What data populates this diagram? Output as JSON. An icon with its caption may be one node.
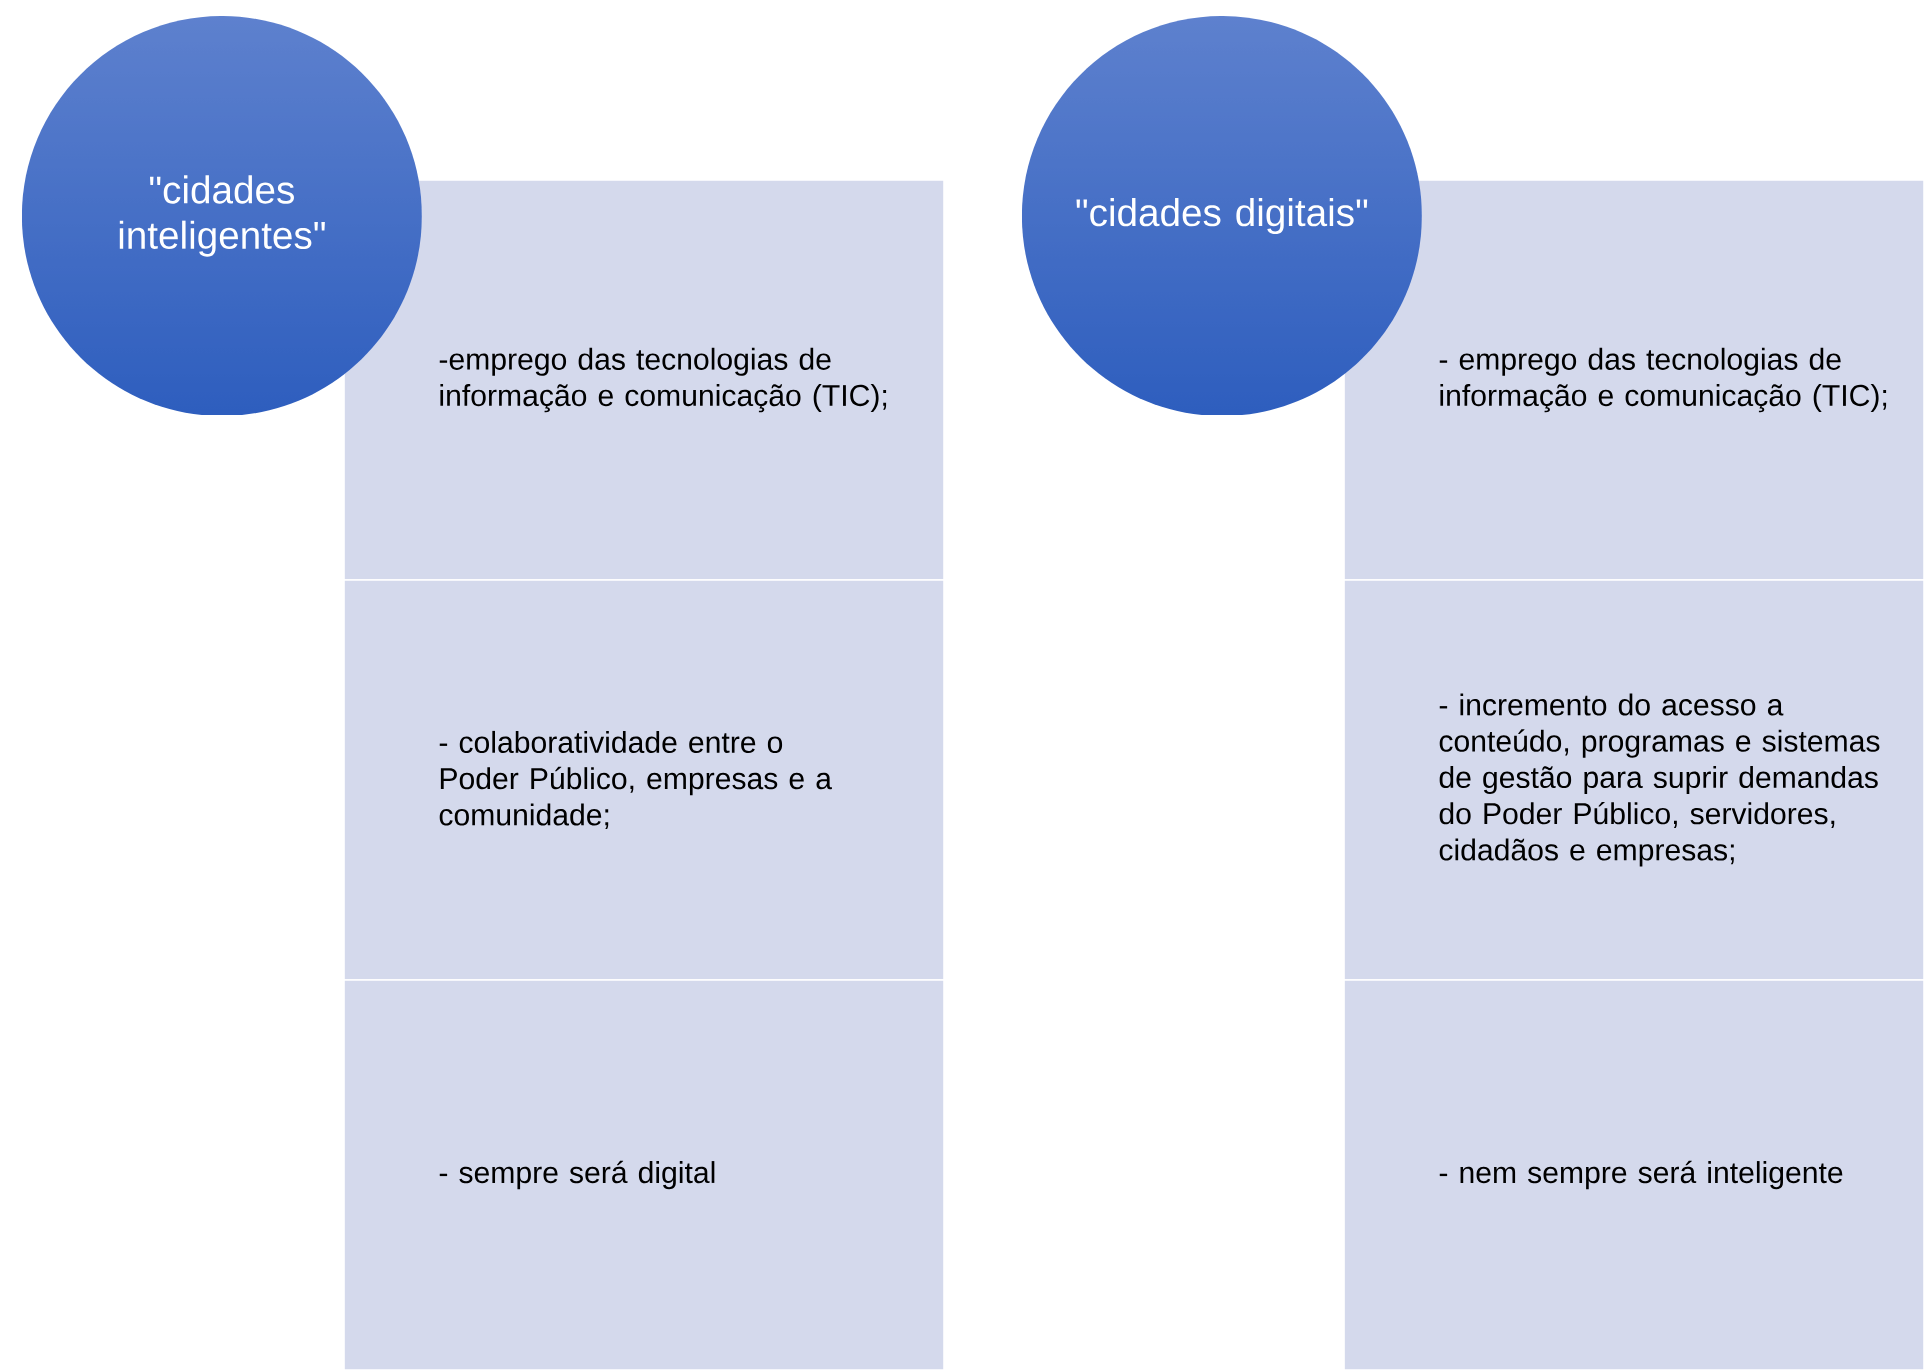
{
  "diagram": {
    "nodes": [
      {
        "text": [
          "\"cidades inteligentes\""
        ]
      },
      {
        "text": [
          "-emprego das tecnologias de informação e comunicação (TIC);"
        ]
      },
      {
        "text": [
          "- colaboratividade entre o Poder Público, empresas e a comunidade;"
        ]
      },
      {
        "text": [
          "- sempre será digital"
        ]
      },
      {
        "text": [
          "\"cidades digitais\""
        ]
      },
      {
        "text": [
          "- emprego das tecnologias de informação e comunicação (TIC);"
        ]
      },
      {
        "text": [
          "- incremento do acesso a conteúdo, programas e sistemas de gestão para suprir demandas do Poder Público, servidores, cidadãos e empresas;"
        ]
      },
      {
        "text": [
          "- nem sempre será inteligente"
        ]
      }
    ]
  }
}
